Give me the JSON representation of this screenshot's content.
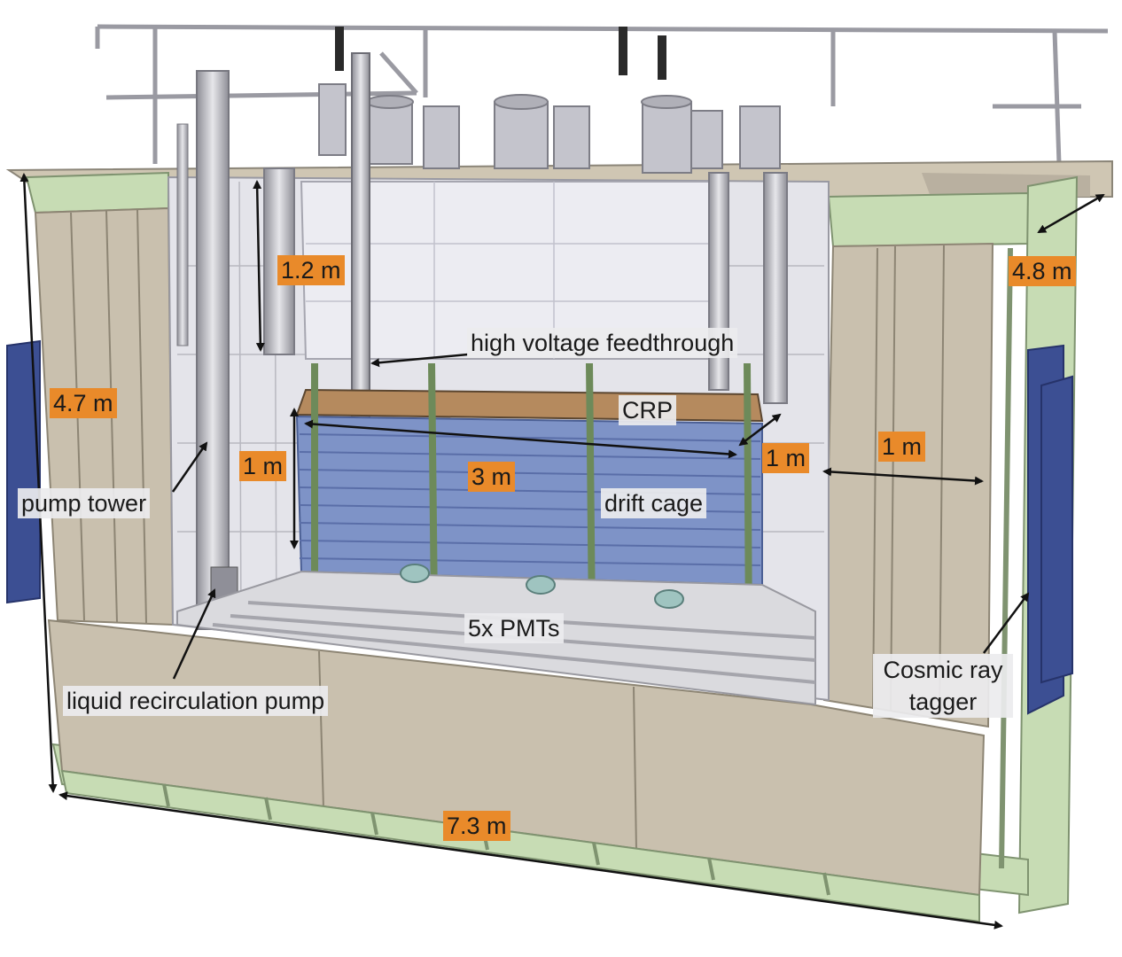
{
  "dimensions": {
    "height_left": "4.7 m",
    "top_window": "1.2 m",
    "drift_height": "1 m",
    "crp_width": "3 m",
    "crp_depth": "1 m",
    "side_gap": "1 m",
    "depth_right": "4.8 m",
    "length_bottom": "7.3 m"
  },
  "labels": {
    "hv_feedthrough": "high voltage feedthrough",
    "crp": "CRP",
    "drift_cage": "drift cage",
    "pump_tower": "pump tower",
    "pmts": "5x PMTs",
    "recirc_pump": "liquid recirculation pump",
    "cosmic_line1": "Cosmic ray",
    "cosmic_line2": "tagger"
  },
  "colors": {
    "dimension_box": "#e98a2a",
    "insulation": "#c9c0ae",
    "steel_frame": "#c7dcb4",
    "drift_cage": "#7e93c7",
    "crt_panel": "#3c4f93"
  }
}
